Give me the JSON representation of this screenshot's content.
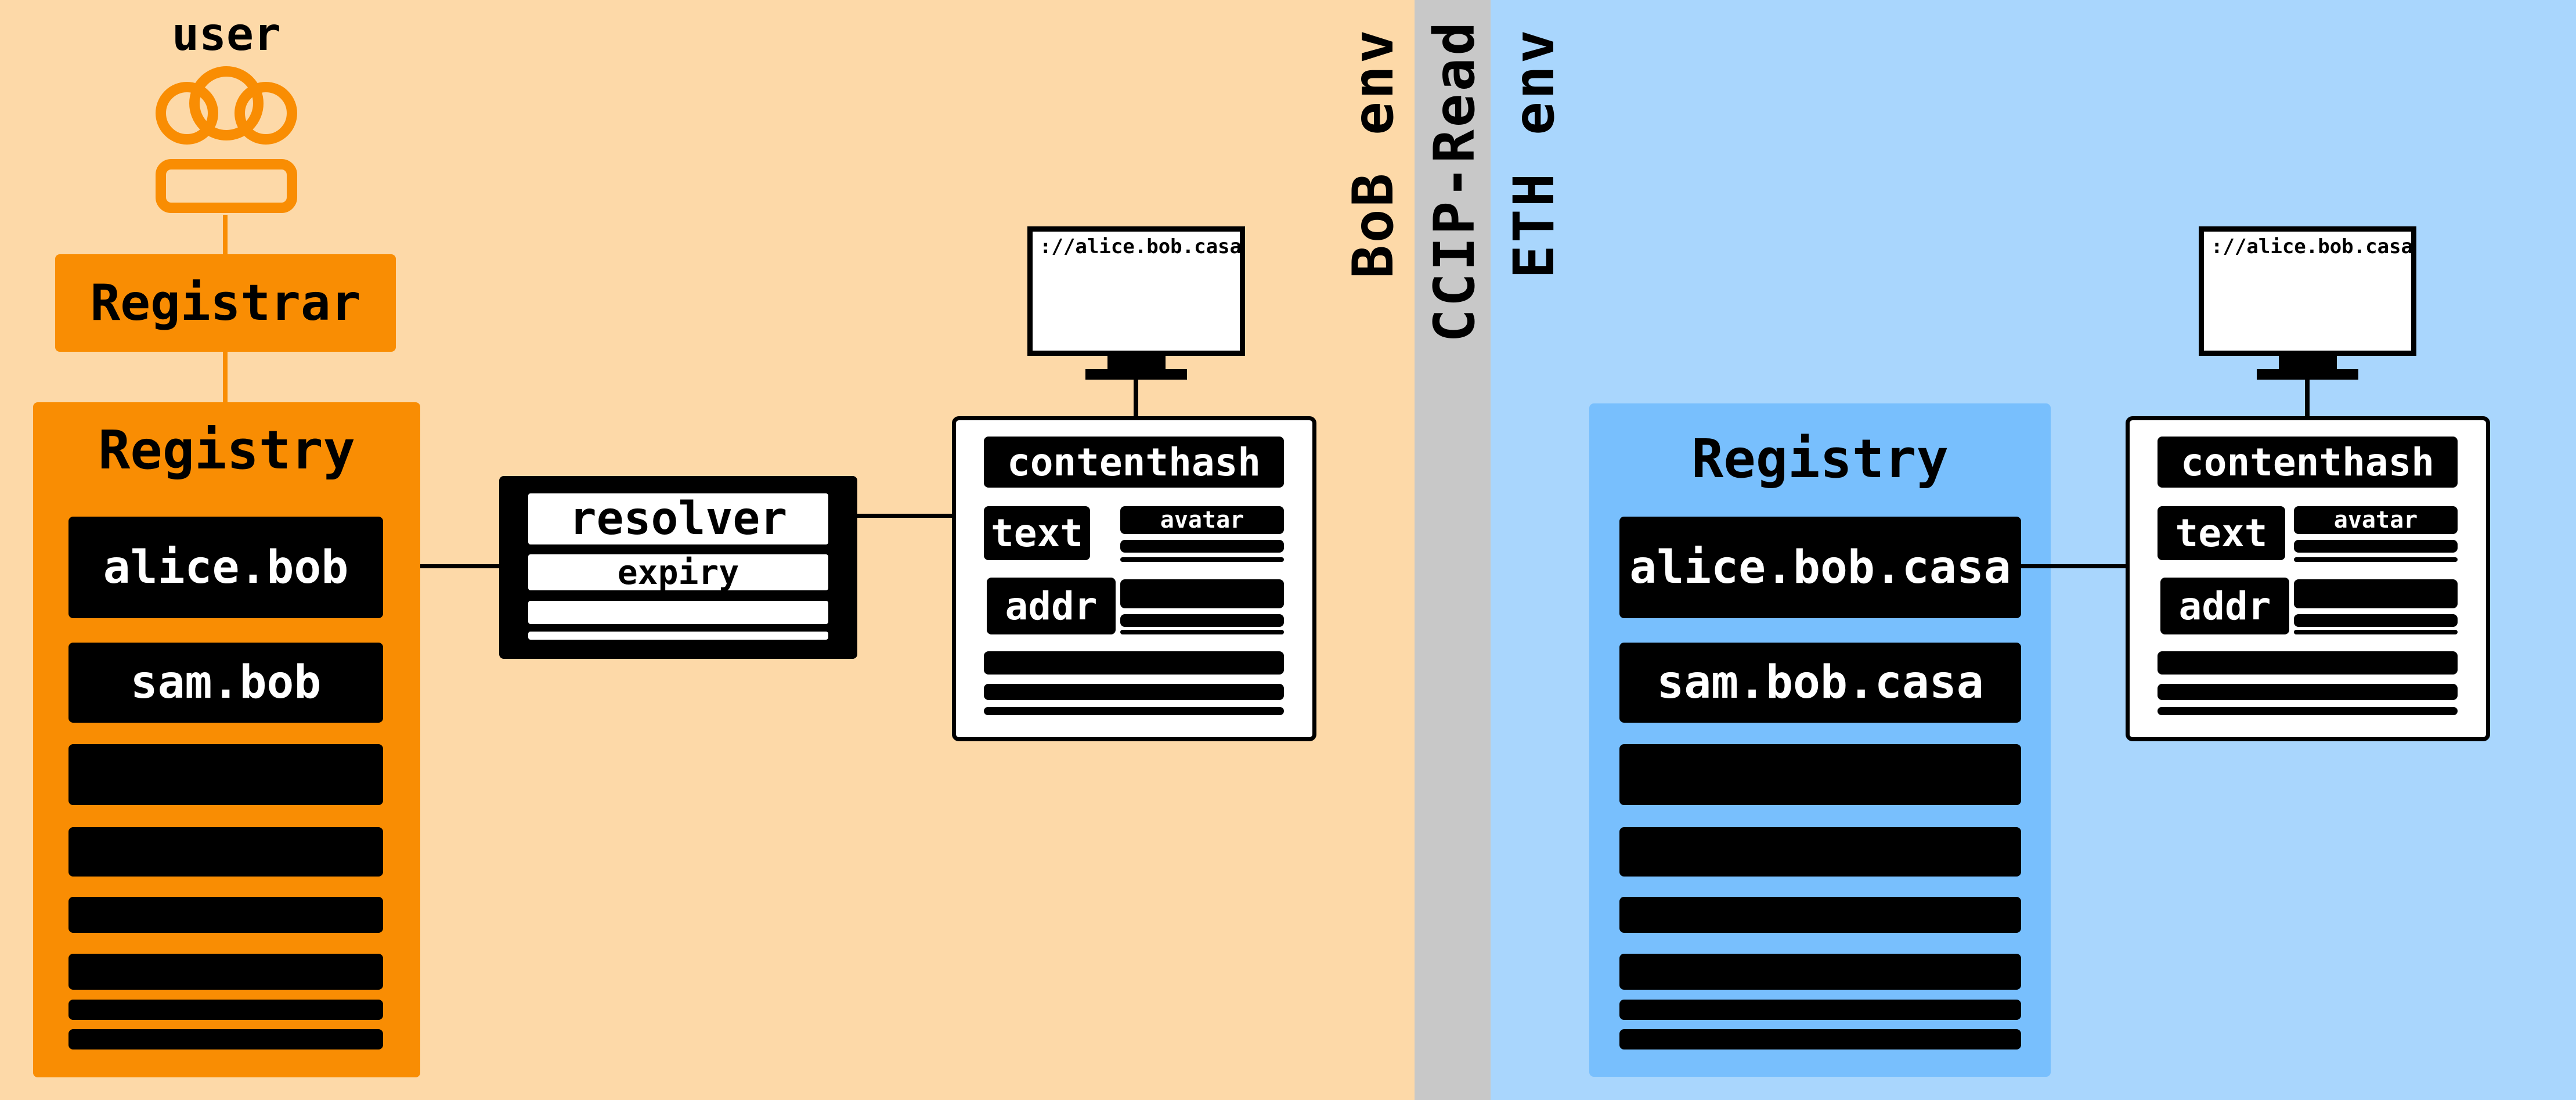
{
  "labels": {
    "user": "user",
    "bob_env": "BoB env",
    "ccip_read": "CCIP-Read",
    "eth_env": "ETH env"
  },
  "bob": {
    "registrar": "Registrar",
    "registry_title": "Registry",
    "entries": [
      "alice.bob",
      "sam.bob"
    ],
    "resolver": {
      "title": "resolver",
      "expiry": "expiry"
    },
    "record": {
      "contenthash": "contenthash",
      "text": "text",
      "avatar": "avatar",
      "addr": "addr"
    },
    "monitor_url": "://alice.bob.casa"
  },
  "eth": {
    "registry_title": "Registry",
    "entries": [
      "alice.bob.casa",
      "sam.bob.casa"
    ],
    "record": {
      "contenthash": "contenthash",
      "text": "text",
      "avatar": "avatar",
      "addr": "addr"
    },
    "monitor_url": "://alice.bob.casa"
  },
  "colors": {
    "bob_bg": "#fdd9a8",
    "ccip_bg": "#c8c8c8",
    "eth_bg": "#a9d6fd",
    "orange": "#f98d03",
    "eth_registry": "#78bffd"
  }
}
